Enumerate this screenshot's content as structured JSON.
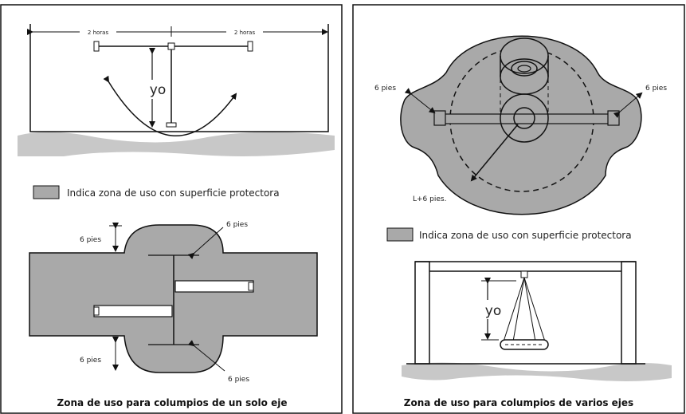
{
  "left_panel": {
    "top_dim_left": "2 horas",
    "top_dim_right": "2 horas",
    "yo_label": "yo",
    "legend_text": "Indica zona de uso con superficie protectora",
    "label_6_pies_top_left": "6 pies",
    "label_6_pies_top_right": "6 pies",
    "label_6_pies_bottom_left": "6 pies",
    "label_6_pies_bottom_right": "6 pies",
    "caption": "Zona de uso para columpios de un solo eje"
  },
  "right_panel": {
    "label_6_pies_left": "6 pies",
    "label_6_pies_right": "6 pies",
    "radius_label": "L+6  pies.",
    "legend_text": "Indica zona de uso con superficie protectora",
    "yo_label": "yo",
    "caption": "Zona de uso para columpios de varios ejes"
  },
  "colors": {
    "zone_fill": "#a9a9a9",
    "ground": "#bdbdbd",
    "stroke": "#111111"
  }
}
